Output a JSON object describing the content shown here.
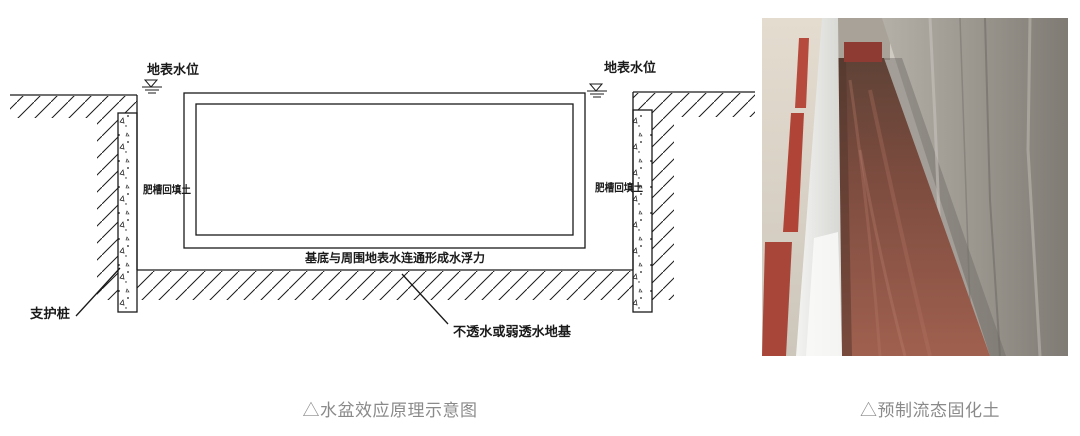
{
  "diagram": {
    "water_level_left": "地表水位",
    "water_level_right": "地表水位",
    "backfill_left": "肥槽回填土",
    "backfill_right": "肥槽回填土",
    "base_note": "基底与周围地表水连通形成水浮力",
    "pile_label": "支护桩",
    "foundation_label": "不透水或弱透水地基"
  },
  "captions": {
    "diagram": "△水盆效应原理示意图",
    "photo": "△预制流态固化土"
  },
  "colors": {
    "caption_text": "#8a8a8a",
    "drawing_line": "#1a1a1a",
    "soil": "#8e5446",
    "red_edge": "#b24a3c",
    "rock": "#9a968f"
  }
}
